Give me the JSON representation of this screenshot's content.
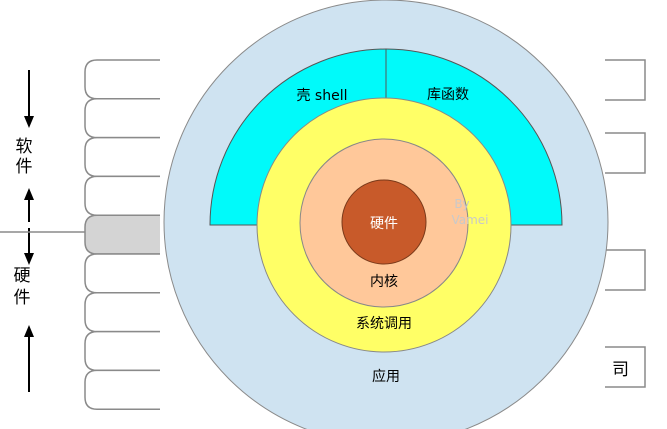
{
  "left_labels": {
    "software_char1": "软",
    "software_char2": "件",
    "hardware_char1": "硬",
    "hardware_char2": "件"
  },
  "rings": {
    "shell": "壳 shell",
    "library": "库函数",
    "hardware": "硬件",
    "kernel": "内核",
    "syscall": "系统调用",
    "application": "应用"
  },
  "watermark": {
    "line1": "By",
    "line2": "Vamei"
  },
  "right_partial_label": "司",
  "colors": {
    "application": "#cfe3f1",
    "shell": "#00fafa",
    "syscall": "#ffff66",
    "kernel": "#ffc89a",
    "hardware": "#c85a2a",
    "highlight_box": "#d4d4d4",
    "line": "#8a8a8a"
  }
}
